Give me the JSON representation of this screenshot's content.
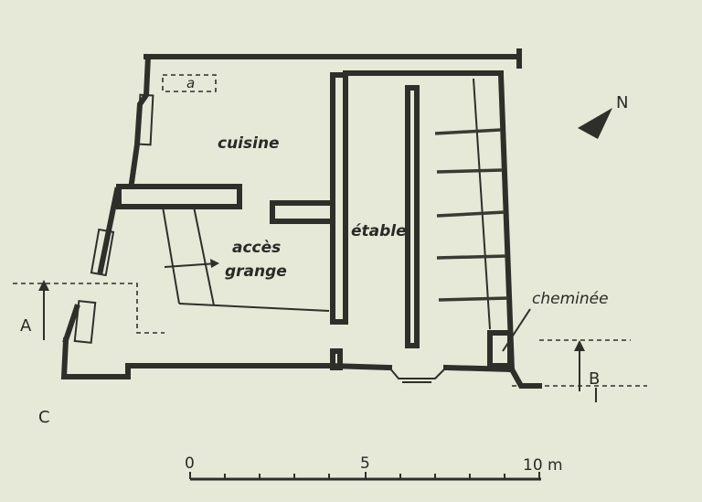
{
  "rooms": {
    "cuisine": "cuisine",
    "acces_line1": "accès",
    "acces_line2": "grange",
    "etable": "étable",
    "cheminee": "cheminée",
    "small_a": "a"
  },
  "north": "N",
  "sections": {
    "a": "A",
    "b": "B",
    "c": "C"
  },
  "scale": {
    "zero": "0",
    "five": "5",
    "ten": "10 m"
  },
  "colors": {
    "paper": "#e6e8d8",
    "ink": "#2f2f2a"
  }
}
